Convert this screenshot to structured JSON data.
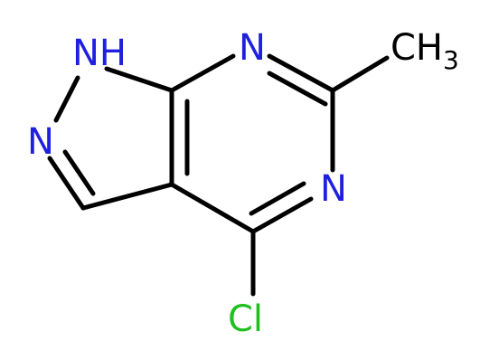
{
  "molecule": {
    "atoms": {
      "nh": {
        "label": "N",
        "suffix": "H"
      },
      "n_pyrazole": {
        "label": "N"
      },
      "n_top": {
        "label": "N"
      },
      "n_right": {
        "label": "N"
      },
      "cl": {
        "label": "Cl"
      },
      "ch3": {
        "label": "CH",
        "sub": "3"
      }
    },
    "colors": {
      "nitrogen": "#1f1fe0",
      "chlorine": "#1fbf1f",
      "carbon": "#000000",
      "bond": "#000000"
    }
  }
}
